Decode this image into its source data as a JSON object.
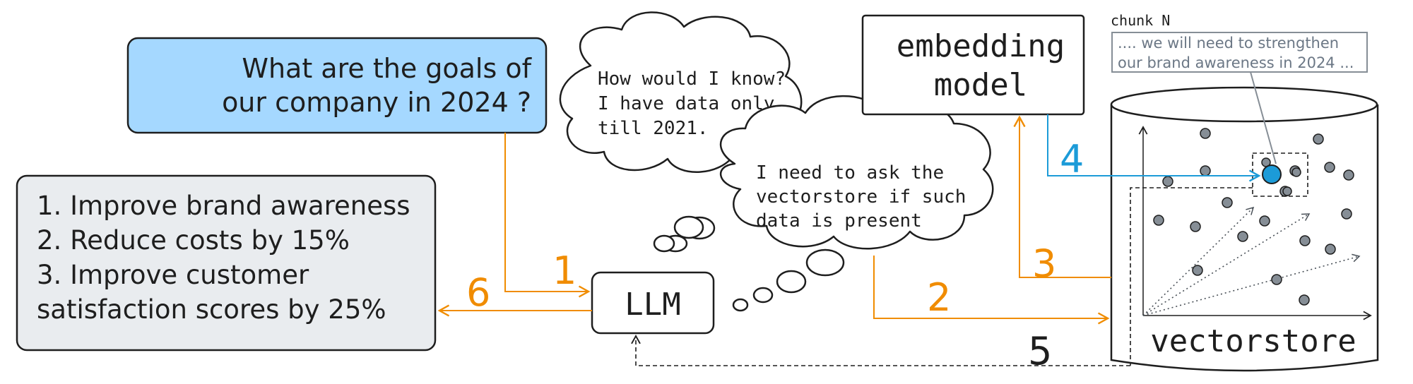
{
  "question": {
    "lines": [
      "What are the goals of",
      "our company in 2024 ?"
    ]
  },
  "answer": {
    "lines": [
      "1. Improve brand awareness",
      "2. Reduce costs by 15%",
      "3. Improve customer",
      "satisfaction scores by 25%"
    ]
  },
  "llm": {
    "label": "LLM"
  },
  "thought_llm_knowledge": {
    "lines": [
      "How would I know?",
      "I have data only",
      "till 2021."
    ]
  },
  "thought_ask_vectorstore": {
    "lines": [
      "I need to ask the",
      "vectorstore if such",
      "data is present"
    ]
  },
  "embedding_model": {
    "lines": [
      "embedding",
      "model"
    ]
  },
  "chunk": {
    "label": "chunk N",
    "lines": [
      ".... we will need to strengthen",
      "our brand awareness in 2024 ..."
    ]
  },
  "vectorstore": {
    "label": "vectorstore"
  },
  "steps": {
    "s1": "1",
    "s2": "2",
    "s3": "3",
    "s4": "4",
    "s5": "5",
    "s6": "6"
  },
  "colors": {
    "orange": "#f08c00",
    "blue": "#1c9bd8",
    "question_fill": "#a5d8ff",
    "answer_fill": "#e9ecef",
    "dark": "#1e1e1e",
    "point": "#868e96"
  }
}
